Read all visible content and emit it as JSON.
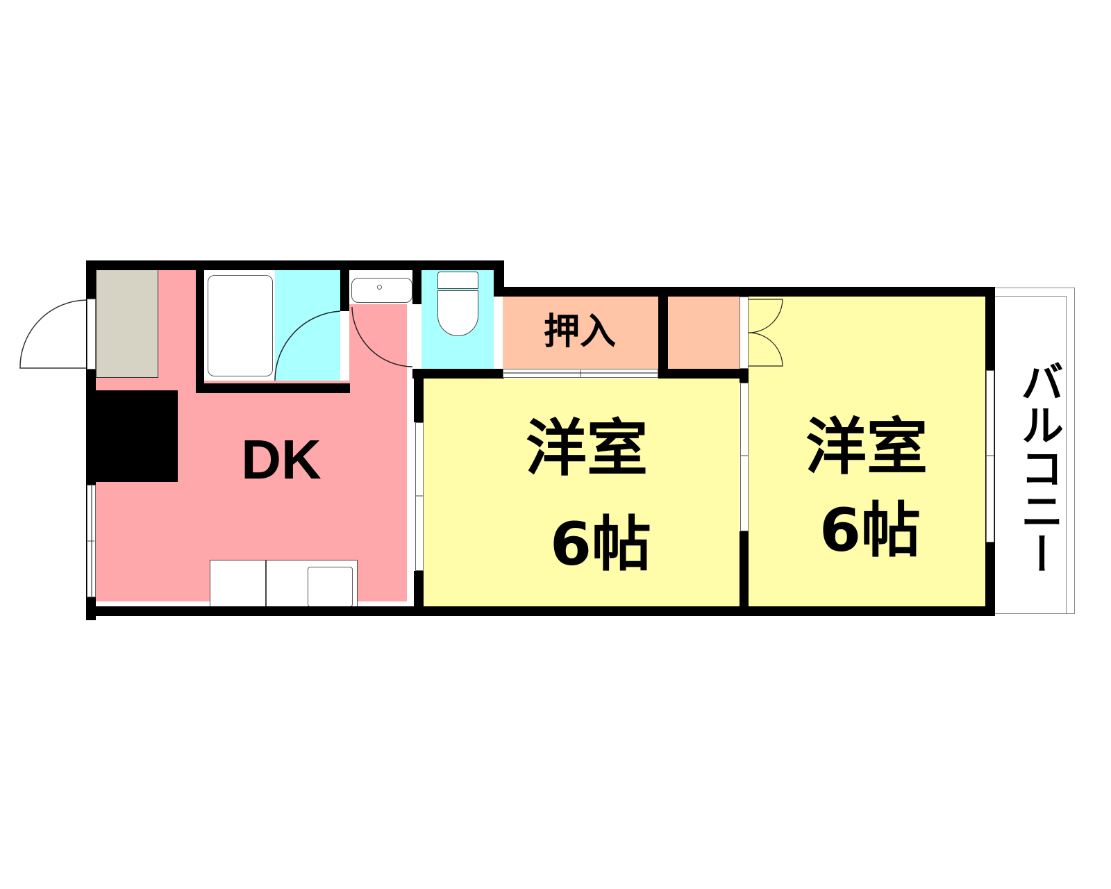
{
  "floorplan": {
    "colors": {
      "wall": "#000000",
      "dk": "#ffa8ab",
      "entrance": "#d6d3c4",
      "bath": "#aaffff",
      "toilet": "#aaffff",
      "closet": "#ffc5a6",
      "western_room": "#fffcaa",
      "balcony": "#ffffff",
      "fixture": "#ffffff"
    },
    "rooms": {
      "dk": {
        "label": "DK"
      },
      "closet": {
        "label": "押入"
      },
      "western_room_1": {
        "label": "洋室",
        "size": "6帖"
      },
      "western_room_2": {
        "label": "洋室",
        "size": "6帖"
      },
      "balcony": {
        "label": "バルコニー"
      }
    }
  }
}
